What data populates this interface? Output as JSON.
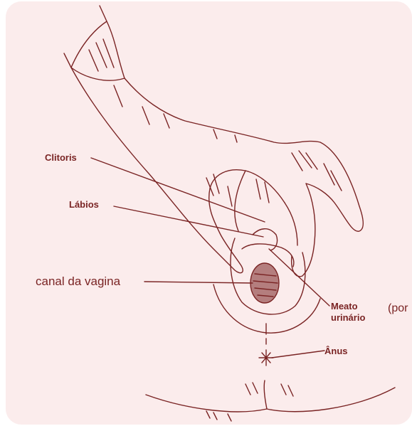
{
  "labels": {
    "clitoris": "Clitoris",
    "labios": "Lábios",
    "canal": "canal da vagina",
    "meato_line1": "Meato",
    "meato_line2": "urinário",
    "por": "(por",
    "anus": "Ânus"
  },
  "colors": {
    "line": "#7a2424",
    "background": "#fbecec"
  }
}
